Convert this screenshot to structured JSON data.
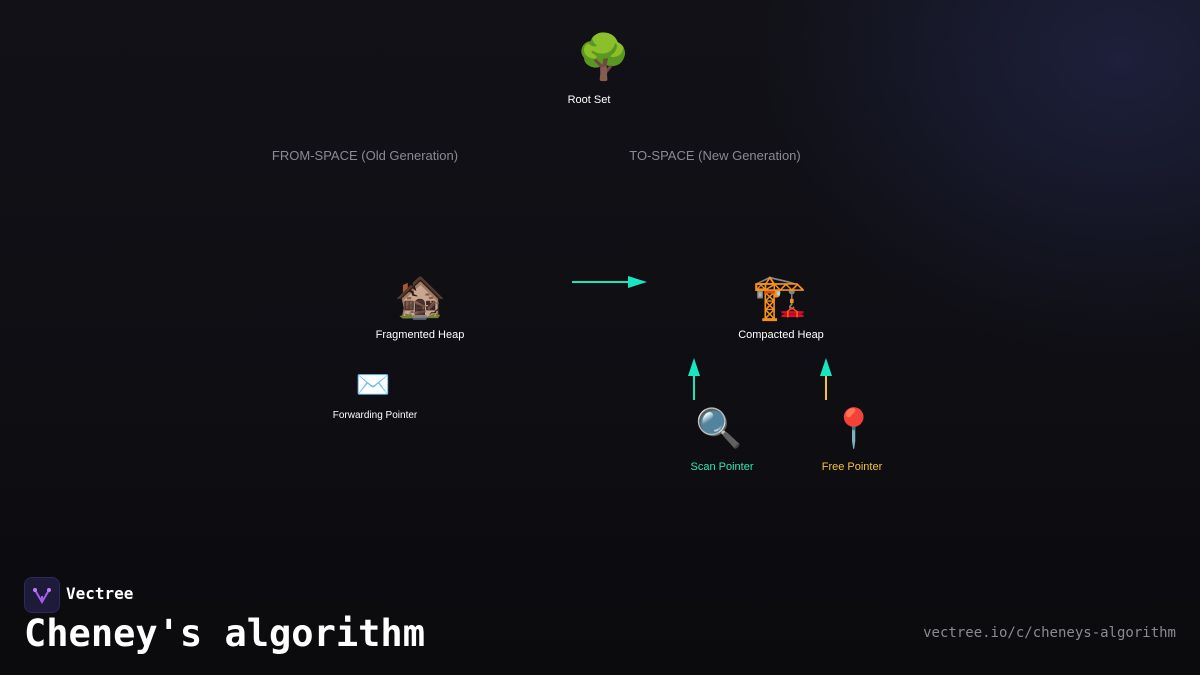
{
  "diagram": {
    "sections": {
      "from_space": "FROM-SPACE (Old Generation)",
      "to_space": "TO-SPACE (New Generation)"
    },
    "nodes": {
      "root_set": {
        "icon": "🌳",
        "label": "Root Set"
      },
      "fragmented_heap": {
        "icon": "🏚️",
        "label": "Fragmented Heap"
      },
      "forwarding_pointer": {
        "icon": "✉️",
        "label": "Forwarding Pointer"
      },
      "compacted_heap": {
        "icon": "🏗️",
        "label": "Compacted Heap"
      },
      "scan_pointer": {
        "icon": "🔍",
        "label": "Scan Pointer"
      },
      "free_pointer": {
        "icon": "📍",
        "label": "Free Pointer"
      }
    },
    "colors": {
      "arrow": "#19e6c1",
      "arrow_free_shaft": "#f3c23b",
      "scan_label": "#2ee6b8",
      "free_label": "#f3c23b"
    }
  },
  "brand": {
    "name": "Vectree",
    "title": "Cheney's algorithm",
    "url": "vectree.io/c/cheneys-algorithm"
  }
}
